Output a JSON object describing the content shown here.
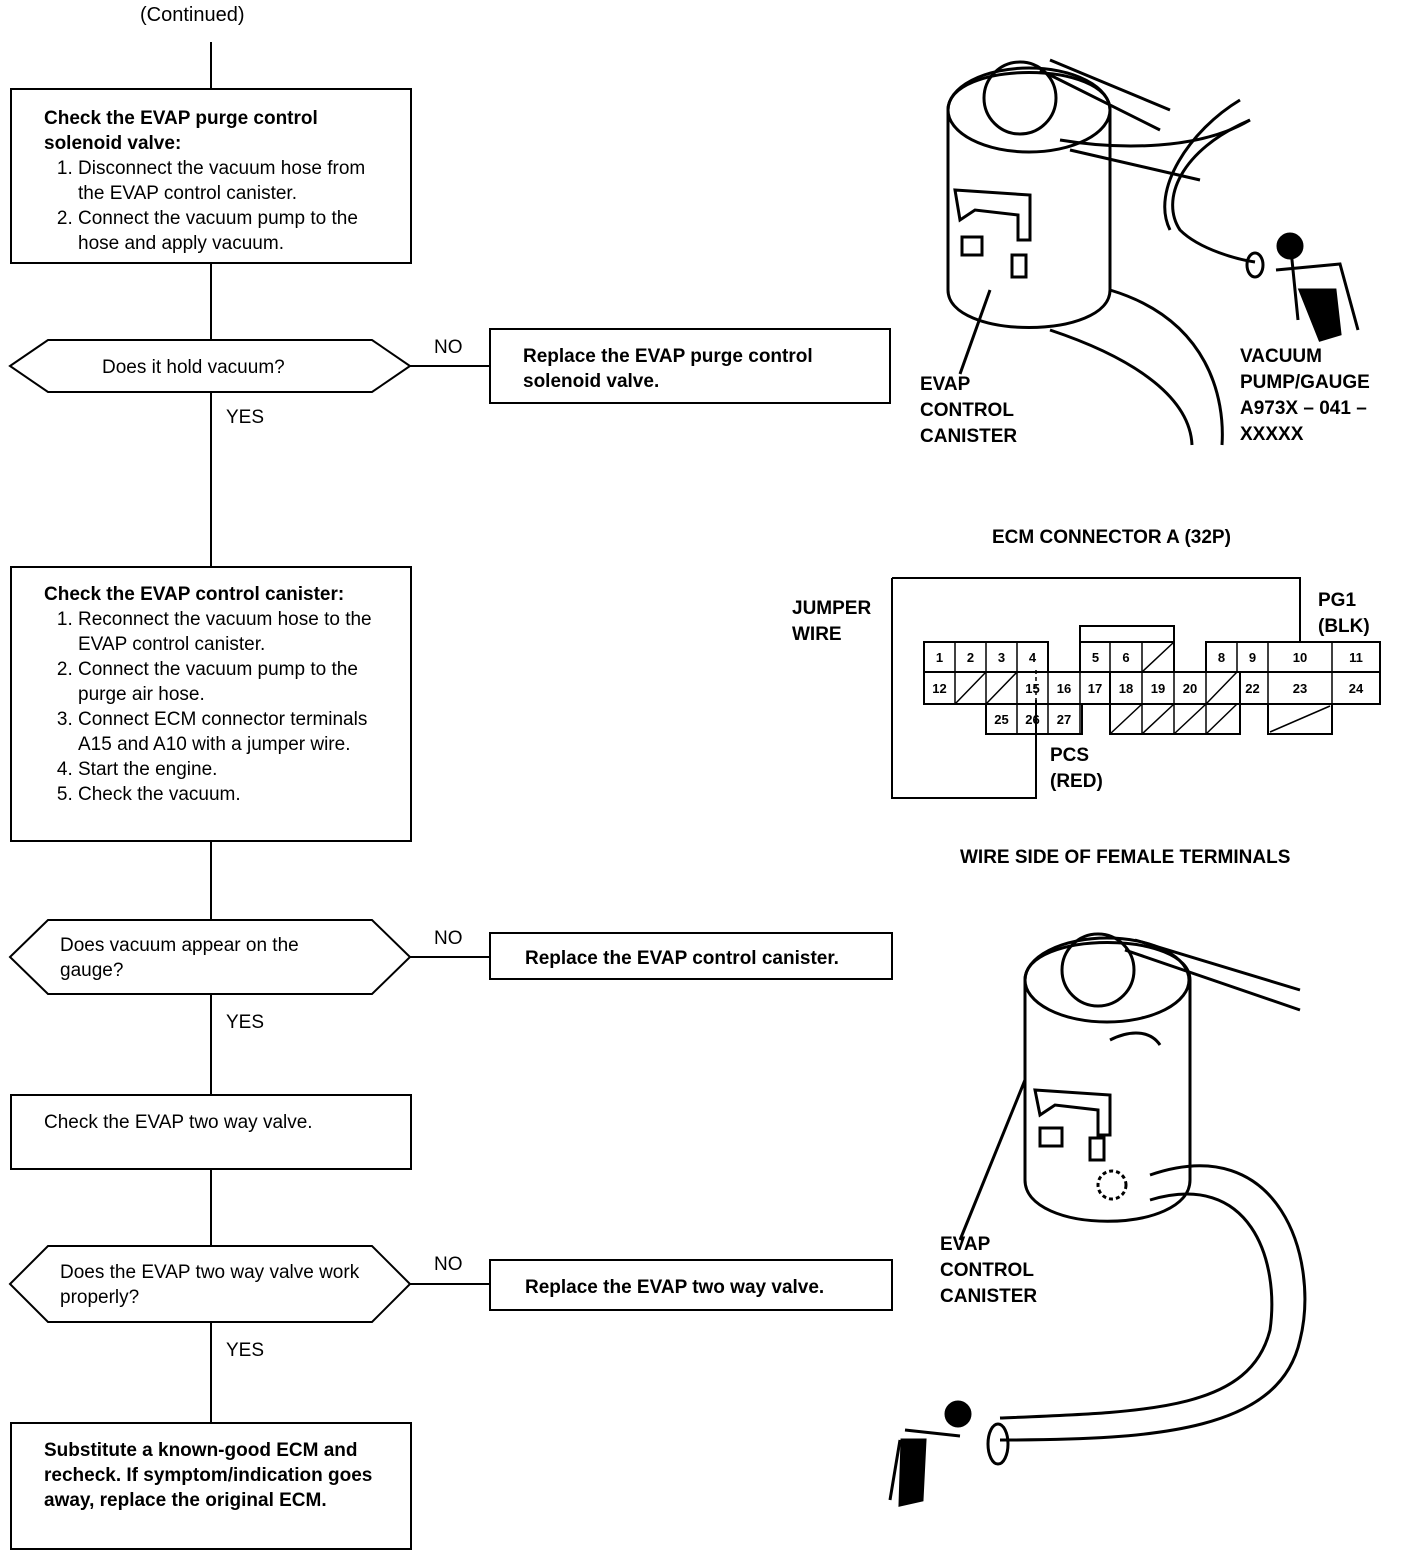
{
  "header": {
    "continued": "(Continued)"
  },
  "steps": {
    "purge_valve_check": {
      "title": "Check the EVAP purge control solenoid valve:",
      "items": [
        "Disconnect the vacuum hose from the EVAP control canister.",
        "Connect the vacuum pump to the hose and apply vacuum."
      ]
    },
    "q1": {
      "text": "Does it hold vacuum?",
      "no": "NO",
      "yes": "YES"
    },
    "replace_purge_valve": "Replace the EVAP purge control solenoid valve.",
    "canister_check": {
      "title": "Check the EVAP control canister:",
      "items": [
        "Reconnect the vacuum hose to the EVAP control canister.",
        "Connect the vacuum pump to the purge air hose.",
        "Connect ECM connector terminals A15 and A10 with a jumper wire.",
        "Start the engine.",
        "Check the vacuum."
      ]
    },
    "q2": {
      "text": "Does vacuum appear on the gauge?",
      "no": "NO",
      "yes": "YES"
    },
    "replace_canister": "Replace the EVAP control canister.",
    "two_way_check": "Check the EVAP two way valve.",
    "q3": {
      "text": "Does the EVAP two way valve work properly?",
      "no": "NO",
      "yes": "YES"
    },
    "replace_two_way": "Replace the EVAP two way valve.",
    "substitute_ecm": "Substitute a known-good ECM and recheck. If symptom/indication goes away, replace the original ECM."
  },
  "illustrations": {
    "top": {
      "canister_label": [
        "EVAP",
        "CONTROL",
        "CANISTER"
      ],
      "pump_label": [
        "VACUUM",
        "PUMP/GAUGE",
        "A973X – 041 –",
        "XXXXX"
      ]
    },
    "connector": {
      "title": "ECM CONNECTOR A (32P)",
      "jumper_label": [
        "JUMPER",
        "WIRE"
      ],
      "pg1_label": [
        "PG1",
        "(BLK)"
      ],
      "pcs_label": [
        "PCS",
        "(RED)"
      ],
      "footer": "WIRE SIDE OF FEMALE TERMINALS",
      "pins": [
        "1",
        "2",
        "3",
        "4",
        "5",
        "6",
        "8",
        "9",
        "10",
        "11",
        "12",
        "15",
        "16",
        "17",
        "18",
        "19",
        "20",
        "22",
        "23",
        "24",
        "25",
        "26",
        "27"
      ]
    },
    "bottom": {
      "canister_label": [
        "EVAP",
        "CONTROL",
        "CANISTER"
      ]
    }
  }
}
